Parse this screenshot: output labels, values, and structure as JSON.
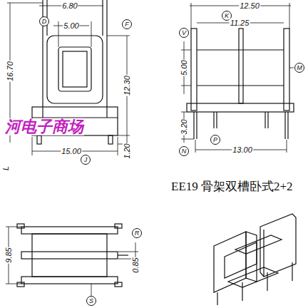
{
  "diagram": {
    "title": "EE19 骨架双槽卧式2+2",
    "labels": [
      "6.80",
      "D",
      "5.00",
      "16.70",
      "F",
      "12.30",
      "河电子商场",
      "L",
      "15.00",
      "J",
      "1.20",
      "12.50",
      "K",
      "11.25",
      "V",
      "5.00",
      "M",
      "3.20",
      "N",
      "P",
      "13.00",
      "9.85",
      "R",
      "0.85",
      "S"
    ]
  }
}
